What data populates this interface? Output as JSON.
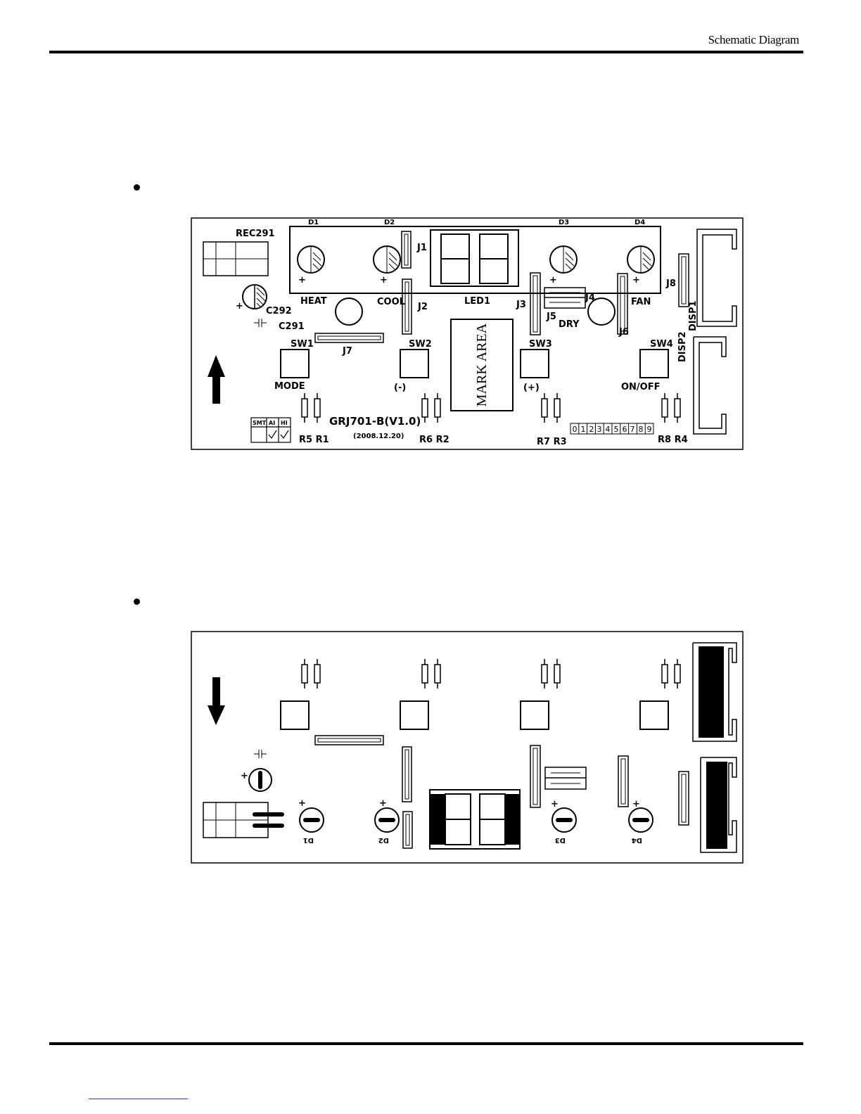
{
  "header": {
    "title": "Schematic Diagram"
  },
  "top_view": {
    "connector": "REC291",
    "leds": [
      "D1",
      "D2",
      "D3",
      "D4"
    ],
    "led_labels": [
      "HEAT",
      "COOL",
      "FAN",
      "DRY"
    ],
    "display": "LED1",
    "capacitors": [
      "C292",
      "C291"
    ],
    "jumpers": [
      "J1",
      "J2",
      "J3",
      "J4",
      "J5",
      "J6",
      "J7",
      "J8"
    ],
    "switches": [
      "SW1",
      "SW2",
      "SW3",
      "SW4"
    ],
    "switch_labels": [
      "MODE",
      "(-)",
      "(+)",
      "ON/OFF"
    ],
    "resistors": [
      "R5 R1",
      "R6 R2",
      "R7 R3",
      "R8 R4"
    ],
    "mark_area": "MARK AREA",
    "board_name": "GRJ701-B(V1.0)",
    "board_date": "(2008.12.20)",
    "process_table": [
      "SMT",
      "AI",
      "HI"
    ],
    "digits": [
      "0",
      "1",
      "2",
      "3",
      "4",
      "5",
      "6",
      "7",
      "8",
      "9"
    ],
    "disp": [
      "DISP1",
      "DISP2"
    ],
    "plus": "+"
  },
  "bottom_view": {
    "leds": [
      "D1",
      "D2",
      "D3",
      "D4"
    ],
    "plus": "+"
  }
}
